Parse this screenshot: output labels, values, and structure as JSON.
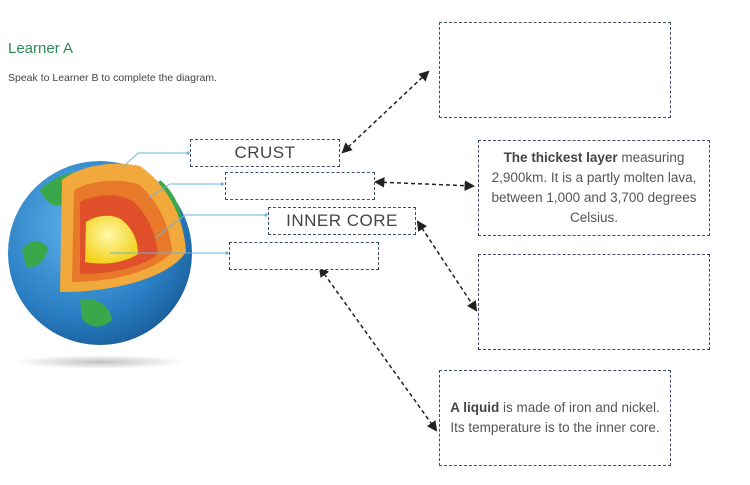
{
  "header": {
    "title": "Learner A",
    "instructions": "Speak to Learner B to complete the diagram."
  },
  "layers": {
    "crust": {
      "label": "CRUST"
    },
    "mantle": {
      "label": ""
    },
    "inner_core": {
      "label": "INNER CORE"
    },
    "outer_core": {
      "label": ""
    }
  },
  "descriptions": {
    "crust": {
      "bold": "",
      "text": ""
    },
    "mantle": {
      "bold": "The thickest layer",
      "text": " measuring 2,900km. It is a partly molten lava, between 1,000 and 3,700 degrees Celsius."
    },
    "inner_core": {
      "bold": "",
      "text": ""
    },
    "outer_core": {
      "bold": "A liquid",
      "text": " is made of iron and nickel. Its temperature is to the inner core."
    }
  },
  "colors": {
    "ocean": "#2a7fc4",
    "land": "#3aa84a",
    "crust": "#f2a93b",
    "mantle": "#e8782a",
    "outer_core": "#e0502a",
    "inner_core": "#f7e23a",
    "box_border": "#3d4f6b"
  }
}
